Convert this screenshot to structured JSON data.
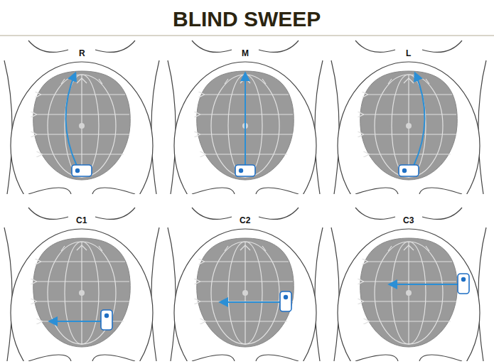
{
  "diagram": {
    "title": "BLIND SWEEP",
    "labels": [
      "R",
      "M",
      "L",
      "C1",
      "C2",
      "C3"
    ]
  }
}
